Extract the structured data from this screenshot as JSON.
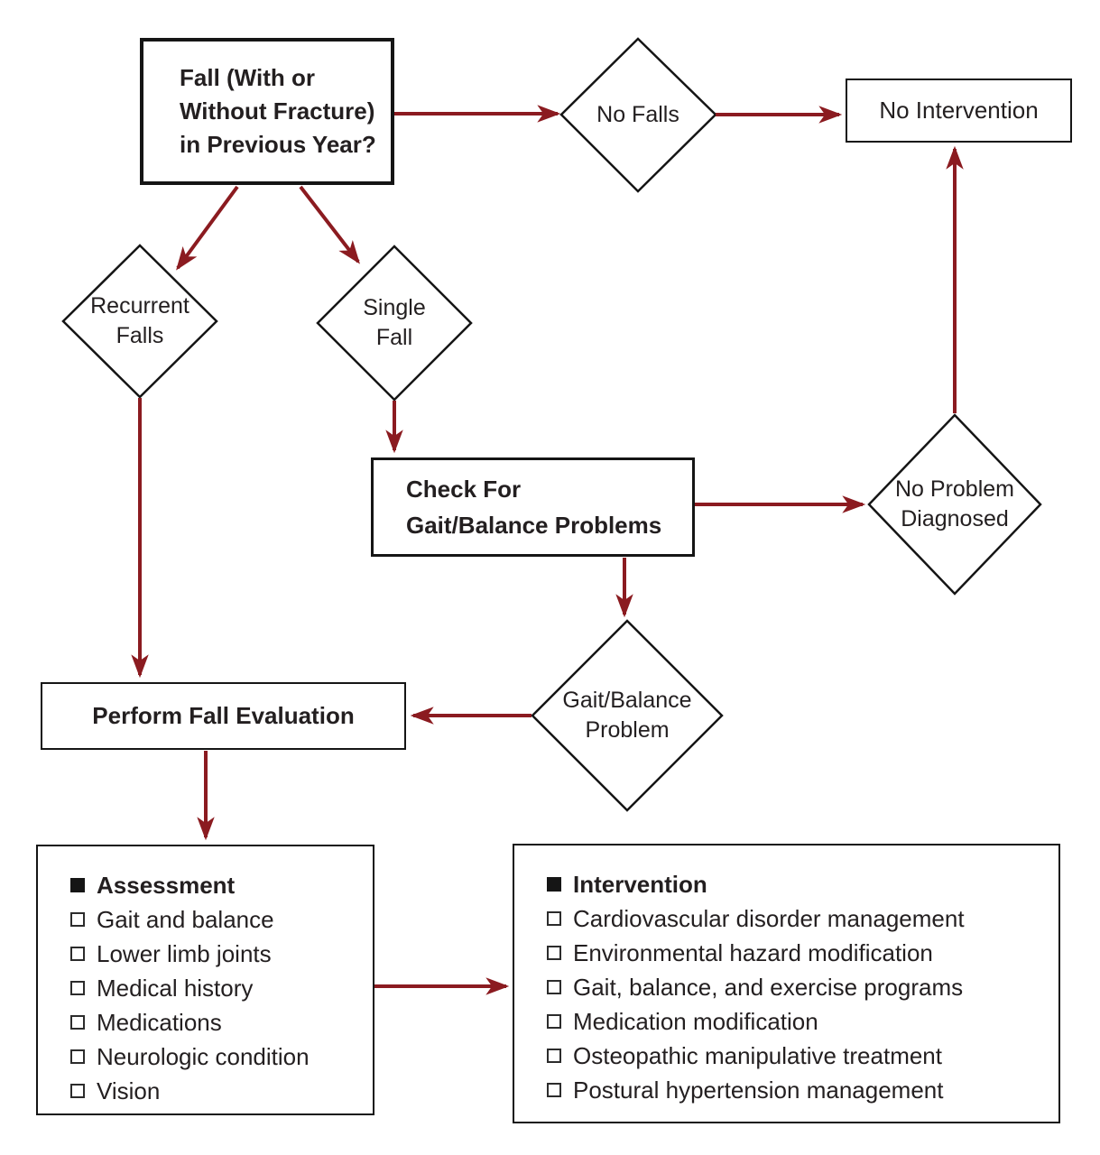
{
  "colors": {
    "arrow": "#8b1b20",
    "border": "#151515",
    "text": "#231f20"
  },
  "nodes": {
    "fall_question": {
      "lines": [
        "Fall (With or",
        "Without Fracture)",
        "in Previous Year?"
      ]
    },
    "no_falls": {
      "label": "No Falls"
    },
    "no_intervention": {
      "label": "No Intervention"
    },
    "recurrent_falls": {
      "lines": [
        "Recurrent",
        "Falls"
      ]
    },
    "single_fall": {
      "lines": [
        "Single",
        "Fall"
      ]
    },
    "check_gait": {
      "lines": [
        "Check For",
        "Gait/Balance Problems"
      ]
    },
    "no_problem": {
      "lines": [
        "No Problem",
        "Diagnosed"
      ]
    },
    "gait_problem": {
      "lines": [
        "Gait/Balance",
        "Problem"
      ]
    },
    "perform_eval": {
      "label": "Perform Fall Evaluation"
    },
    "assessment": {
      "title": "Assessment",
      "items": [
        "Gait and balance",
        "Lower limb joints",
        "Medical history",
        "Medications",
        "Neurologic condition",
        "Vision"
      ]
    },
    "intervention": {
      "title": "Intervention",
      "items": [
        "Cardiovascular disorder management",
        "Environmental hazard modification",
        "Gait, balance, and exercise programs",
        "Medication modification",
        "Osteopathic manipulative treatment",
        "Postural hypertension management"
      ]
    }
  }
}
